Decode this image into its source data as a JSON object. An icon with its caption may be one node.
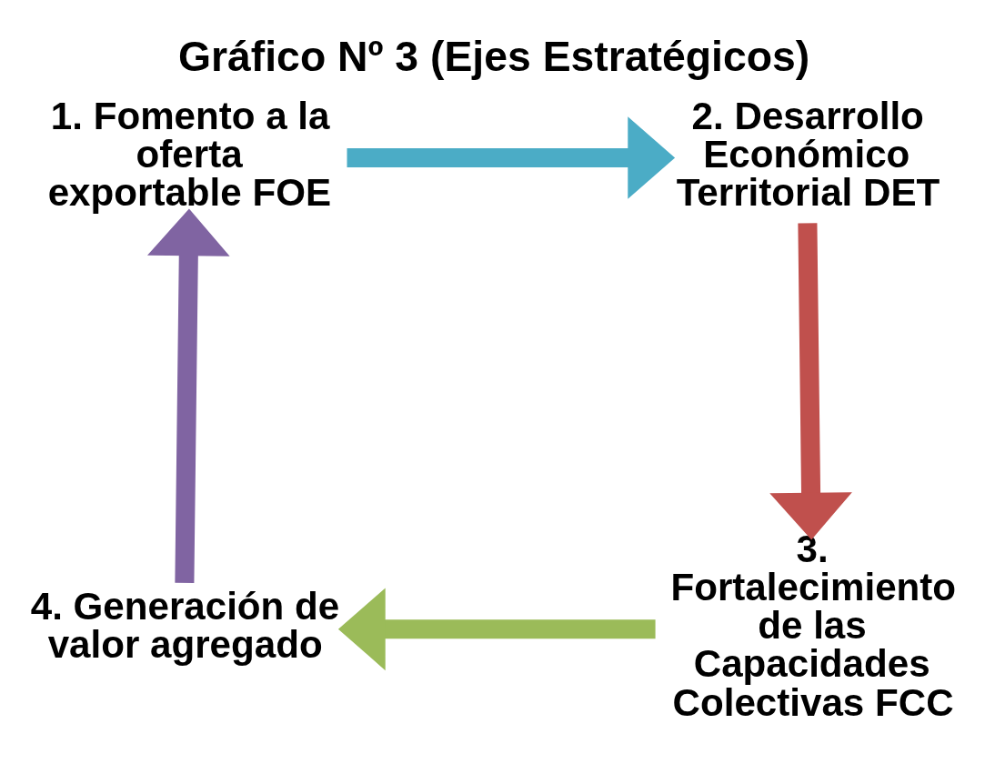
{
  "diagram": {
    "title": "Gráfico Nº 3 (Ejes Estratégicos)",
    "nodes": [
      {
        "text": [
          "1. Fomento a la oferta exportable FOE"
        ]
      },
      {
        "text": [
          "2. Desarrollo Económico Territorial DET"
        ]
      },
      {
        "text": [
          "3. Fortalecimiento de las Capacidades Colectivas FCC"
        ]
      },
      {
        "text": [
          "4. Generación de valor agregado"
        ]
      }
    ],
    "edges": [
      {
        "from": 0,
        "to": 1,
        "arrow": "to",
        "color": "#4bacc6"
      },
      {
        "from": 1,
        "to": 2,
        "arrow": "to",
        "color": "#c0504d"
      },
      {
        "from": 2,
        "to": 3,
        "arrow": "to",
        "color": "#9bbb59"
      },
      {
        "from": 3,
        "to": 0,
        "arrow": "to",
        "color": "#8064a2"
      }
    ]
  }
}
